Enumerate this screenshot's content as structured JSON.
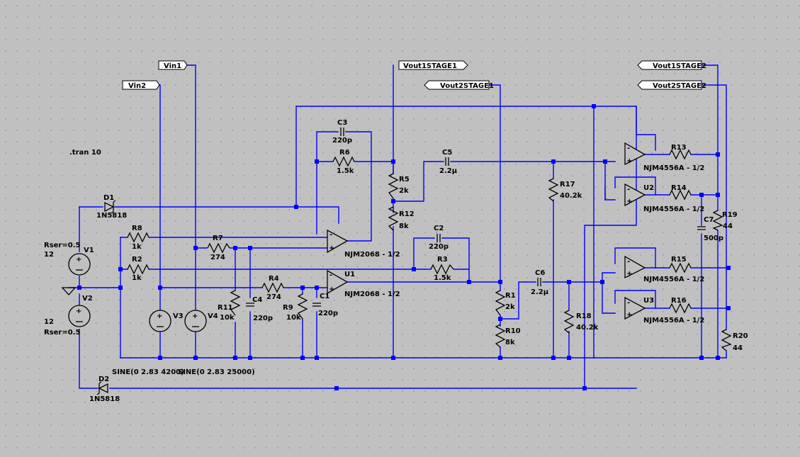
{
  "directive": ".tran 10",
  "net_labels": {
    "vin1": "Vin1",
    "vin2": "Vin2",
    "vout1_stage1": "Vout1STAGE1",
    "vout2_stage1": "Vout2STAGE1",
    "vout1_stage2_a": "Vout1STAGE2",
    "vout2_stage2_a": "Vout2STAGE2"
  },
  "components": {
    "D1": {
      "name": "D1",
      "value": "1N5818"
    },
    "D2": {
      "name": "D2",
      "value": "1N5818"
    },
    "V1": {
      "name": "V1",
      "value": "12",
      "rser": "Rser=0.5"
    },
    "V2": {
      "name": "V2",
      "value": "12",
      "rser": "Rser=0.5"
    },
    "V3": {
      "name": "V3",
      "value": "SINE(0 2.83 4200)"
    },
    "V4": {
      "name": "V4",
      "value": "SINE(0 2.83 25000)"
    },
    "R1": {
      "name": "R1",
      "value": "2k"
    },
    "R2": {
      "name": "R2",
      "value": "1k"
    },
    "R3": {
      "name": "R3",
      "value": "1.5k"
    },
    "R4": {
      "name": "R4",
      "value": "274"
    },
    "R5": {
      "name": "R5",
      "value": "2k"
    },
    "R6": {
      "name": "R6",
      "value": "1.5k"
    },
    "R7": {
      "name": "R7",
      "value": "274"
    },
    "R8": {
      "name": "R8",
      "value": "1k"
    },
    "R9": {
      "name": "R9",
      "value": "10k"
    },
    "R10": {
      "name": "R10",
      "value": "8k"
    },
    "R11": {
      "name": "R11",
      "value": "10k"
    },
    "R12": {
      "name": "R12",
      "value": "8k"
    },
    "R13": {
      "name": "R13",
      "value": ""
    },
    "R14": {
      "name": "R14",
      "value": ""
    },
    "R15": {
      "name": "R15",
      "value": ""
    },
    "R16": {
      "name": "R16",
      "value": ""
    },
    "R17": {
      "name": "R17",
      "value": "40.2k"
    },
    "R18": {
      "name": "R18",
      "value": "40.2k"
    },
    "R19": {
      "name": "R19",
      "value": "44"
    },
    "R20": {
      "name": "R20",
      "value": "44"
    },
    "C1": {
      "name": "C1",
      "value": "220p"
    },
    "C2": {
      "name": "C2",
      "value": "220p"
    },
    "C3": {
      "name": "C3",
      "value": "220p"
    },
    "C4": {
      "name": "C4",
      "value": "220p"
    },
    "C5": {
      "name": "C5",
      "value": "2.2µ"
    },
    "C6": {
      "name": "C6",
      "value": "2.2µ"
    },
    "C7": {
      "name": "C7",
      "value": "500p"
    },
    "U1": {
      "name": "U1",
      "value": "NJM2068 - 1/2"
    },
    "U1b": {
      "name": "",
      "value": "NJM2068 - 1/2"
    },
    "U2": {
      "name": "U2",
      "value": "NJM4556A - 1/2"
    },
    "U2a": {
      "name": "",
      "value": "NJM4556A - 1/2"
    },
    "U3": {
      "name": "U3",
      "value": "NJM4556A - 1/2"
    },
    "U3a": {
      "name": "",
      "value": "NJM4556A - 1/2"
    }
  },
  "colors": {
    "background": "#c0c0c0",
    "wire": "#0000ff",
    "symbol": "#000000",
    "grid": "#000000"
  }
}
